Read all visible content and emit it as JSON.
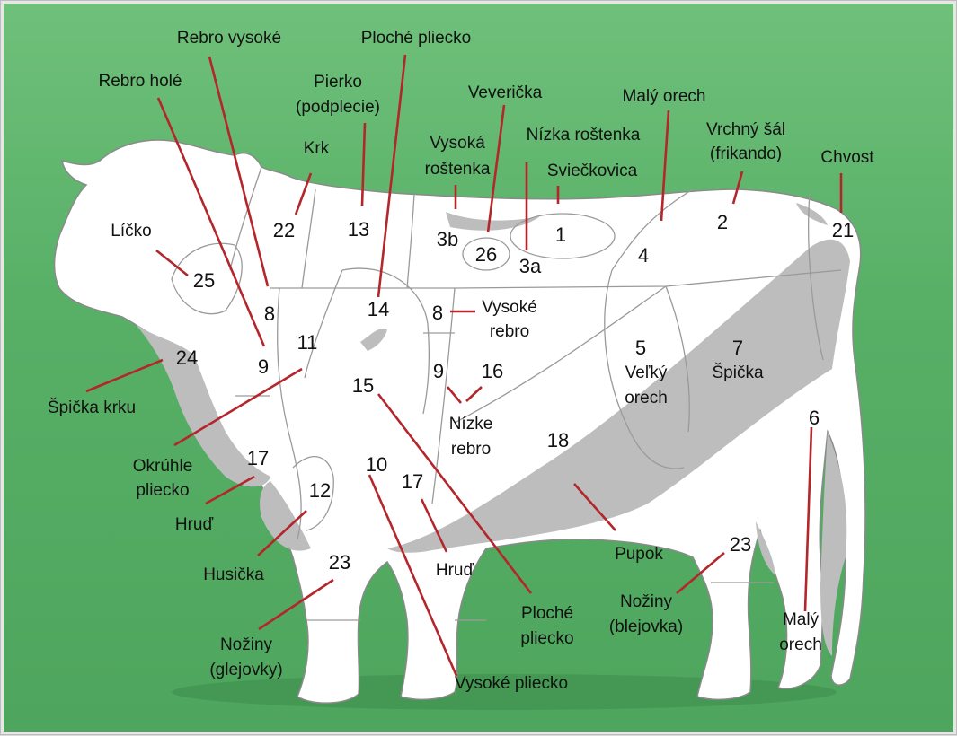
{
  "colors": {
    "background": "#58b067",
    "body": "#ffffff",
    "shade": "#bdbdbd",
    "leader_line": "#b3262b"
  },
  "labels": {
    "rebro_vysoke": "Rebro vysoké",
    "ploche_pliecko_top": "Ploché pliecko",
    "rebro_hole": "Rebro holé",
    "pierko_1": "Pierko",
    "pierko_2": "(podplecie)",
    "veverička": "Veverička",
    "maly_orech_top": "Malý orech",
    "krk": "Krk",
    "vysoka_rostenka_1": "Vysoká",
    "vysoka_rostenka_2": "roštenka",
    "nizka_rostenka": "Nízka roštenka",
    "vrchny_sal_1": "Vrchný šál",
    "vrchny_sal_2": "(frikando)",
    "chvost": "Chvost",
    "sviečkovica": "Sviečkovica",
    "licko": "Líčko",
    "vysoke_rebro_1": "Vysoké",
    "vysoke_rebro_2": "rebro",
    "velky_orech_1": "Veľký",
    "velky_orech_2": "orech",
    "spicka": "Špička",
    "spicka_krku": "Špička krku",
    "nizke_rebro_1": "Nízke",
    "nizke_rebro_2": "rebro",
    "okruhle_pliecko_1": "Okrúhle",
    "okruhle_pliecko_2": "pliecko",
    "hrud_left": "Hruď",
    "husicka": "Husička",
    "hrud_mid": "Hruď",
    "pupok": "Pupok",
    "noziny_blejovka_1": "Nožiny",
    "noziny_blejovka_2": "(blejovka)",
    "maly_orech_bottom_1": "Malý",
    "maly_orech_bottom_2": "orech",
    "ploche_pliecko_bottom_1": "Ploché",
    "ploche_pliecko_bottom_2": "pliecko",
    "noziny_glejovky_1": "Nožiny",
    "noziny_glejovky_2": "(glejovky)",
    "vysoke_pliecko": "Vysoké pliecko"
  },
  "numbers": {
    "n22": "22",
    "n13": "13",
    "n3b": "3b",
    "n26": "26",
    "n3a": "3a",
    "n1": "1",
    "n4": "4",
    "n2": "2",
    "n21": "21",
    "n25": "25",
    "n8a": "8",
    "n14": "14",
    "n8b": "8",
    "n11": "11",
    "n9a": "9",
    "n24": "24",
    "n15": "15",
    "n9b": "9",
    "n16": "16",
    "n5": "5",
    "n7": "7",
    "n6": "6",
    "n18": "18",
    "n17a": "17",
    "n12": "12",
    "n10": "10",
    "n17b": "17",
    "n23a": "23",
    "n23b": "23"
  }
}
